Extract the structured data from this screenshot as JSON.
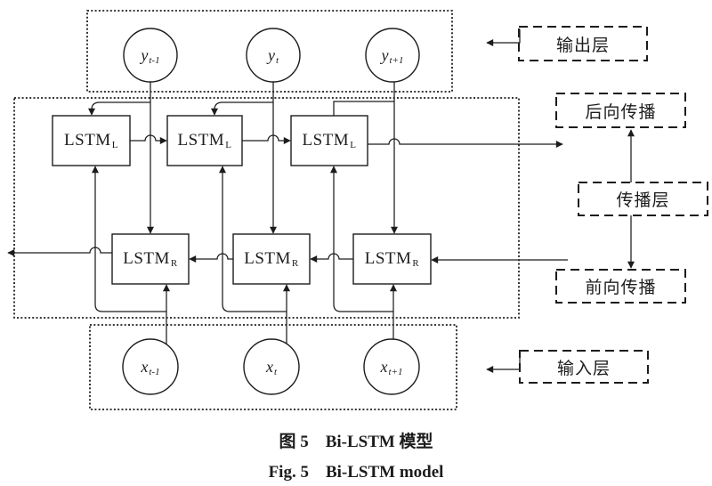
{
  "nodes": {
    "outputs": [
      {
        "base": "y",
        "sub": "t-1"
      },
      {
        "base": "y",
        "sub": "t"
      },
      {
        "base": "y",
        "sub": "t+1"
      }
    ],
    "inputs": [
      {
        "base": "x",
        "sub": "t-1"
      },
      {
        "base": "x",
        "sub": "t"
      },
      {
        "base": "x",
        "sub": "t+1"
      }
    ]
  },
  "lstm": {
    "backward_row": [
      {
        "base": "LSTM",
        "sub": "L"
      },
      {
        "base": "LSTM",
        "sub": "L"
      },
      {
        "base": "LSTM",
        "sub": "L"
      }
    ],
    "forward_row": [
      {
        "base": "LSTM",
        "sub": "R"
      },
      {
        "base": "LSTM",
        "sub": "R"
      },
      {
        "base": "LSTM",
        "sub": "R"
      }
    ]
  },
  "side_labels": {
    "output_layer": "输出层",
    "backward_prop": "后向传播",
    "prop_layer": "传播层",
    "forward_prop": "前向传播",
    "input_layer": "输入层"
  },
  "caption": {
    "zh": "图 5　Bi-LSTM 模型",
    "en": "Fig. 5　Bi-LSTM model"
  },
  "colors": {
    "ink": "#1c1c1c",
    "background": "#ffffff"
  }
}
